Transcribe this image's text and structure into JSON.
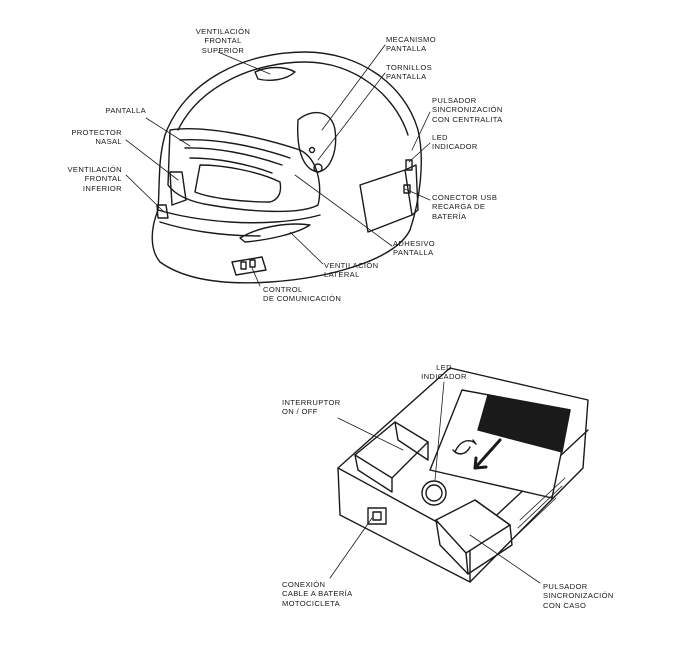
{
  "helmet": {
    "vent_top": "VENTILACIÓN\nFRONTAL\nSUPERIOR",
    "visor_mechanism": "MECANISMO\nPANTALLA",
    "visor_screws": "TORNILLOS\nPANTALLA",
    "sync_button": "PULSADOR\nSINCRONIZACIÓN\nCON CENTRALITA",
    "led": "LED\nINDICADOR",
    "usb": "CONECTOR USB\nRECARGA DE\nBATERÍA",
    "visor": "PANTALLA",
    "nose": "PROTECTOR\nNASAL",
    "vent_bottom": "VENTILACIÓN\nFRONTAL\nINFERIOR",
    "sticker": "ADHESIVO\nPANTALLA",
    "vent_side": "VENTILACIÓN\nLATERAL",
    "control": "CONTROL\nDE COMUNICACIÓN"
  },
  "box": {
    "led": "LED\nINDICADOR",
    "switch": "INTERRUPTOR\nON / OFF",
    "cable": "CONEXIÓN\nCABLE A BATERÍA\nMOTOCICLETA",
    "sync_button": "PULSADOR\nSINCRONIZACIÓN\nCON CASO"
  }
}
